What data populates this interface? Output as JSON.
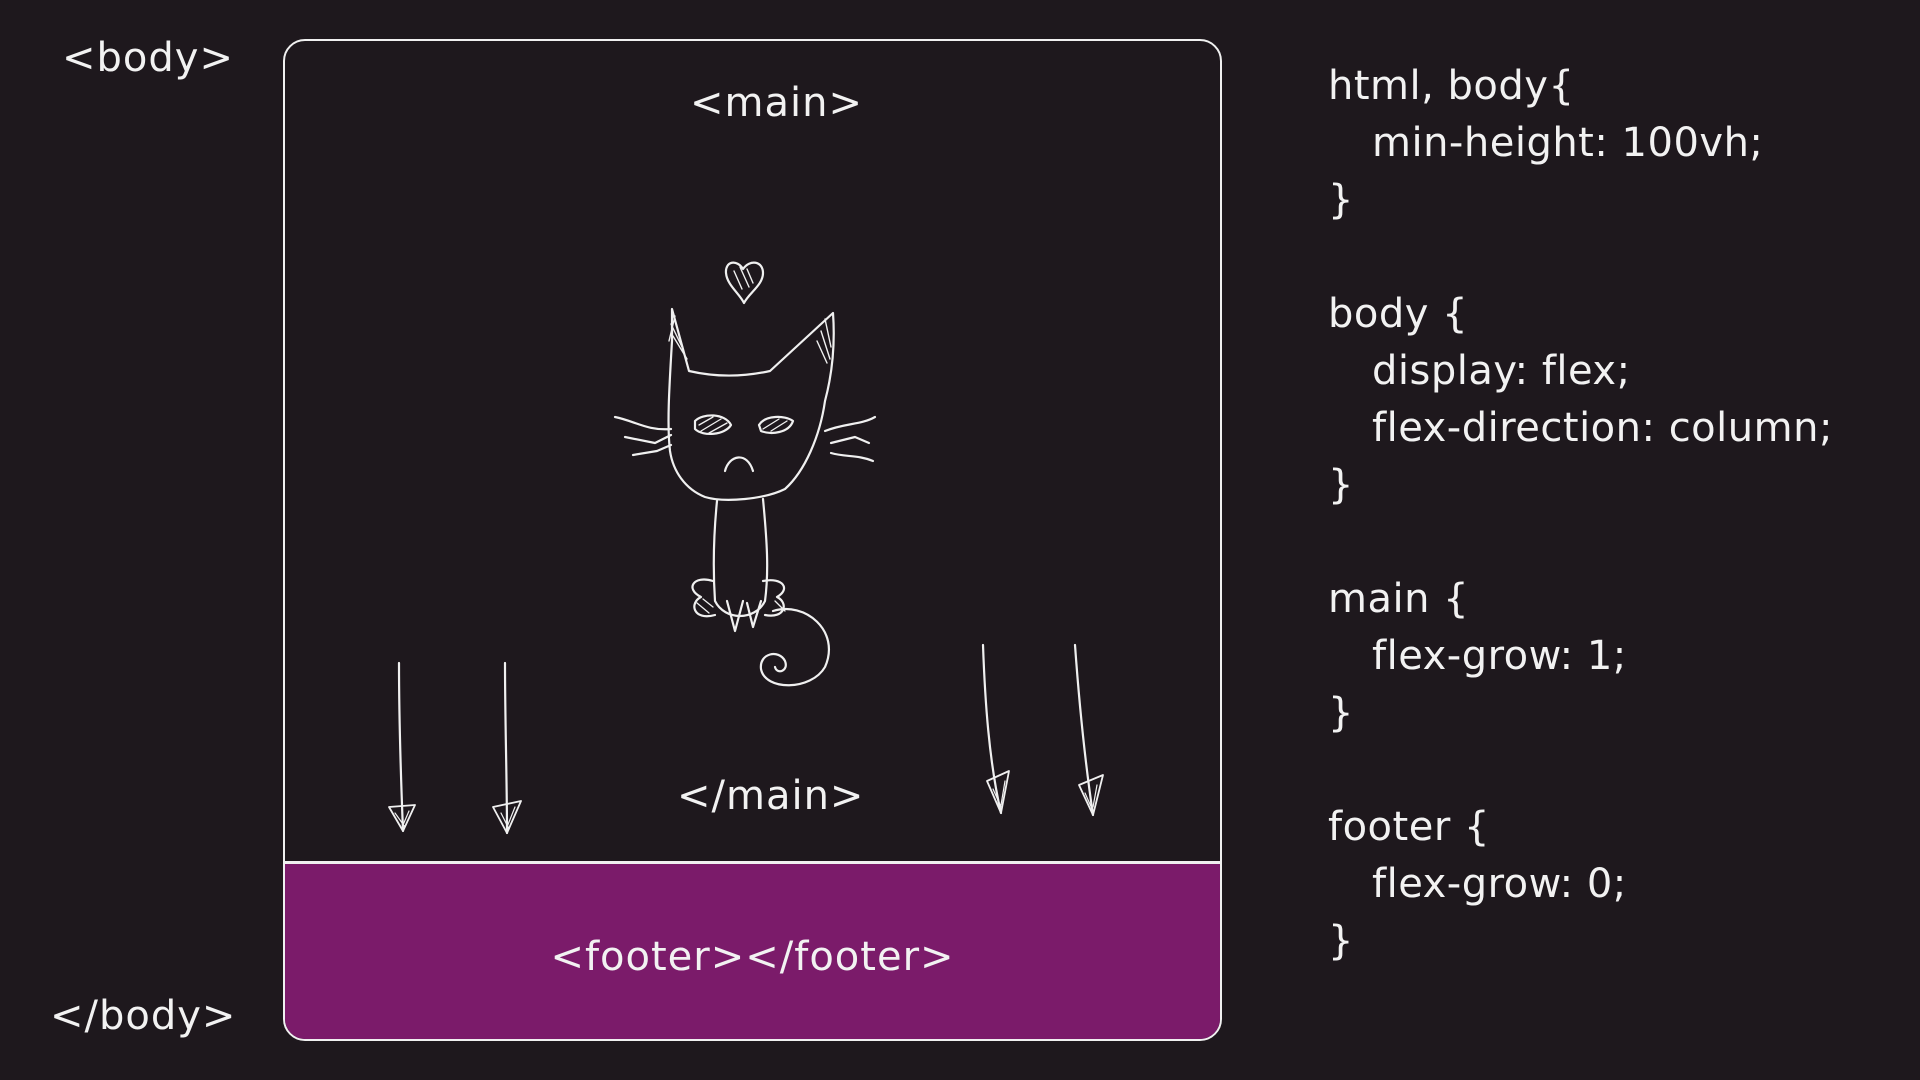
{
  "diagram": {
    "body_open": "<body>",
    "body_close": "</body>",
    "main_open": "<main>",
    "main_close": "</main>",
    "footer": "<footer></footer>",
    "colors": {
      "background": "#1e181d",
      "footer": "#7b1b6a",
      "stroke": "#f0f0f0"
    }
  },
  "code": {
    "html_body": {
      "selector": "html, body{",
      "props": [
        "min-height: 100vh;"
      ],
      "close": "}"
    },
    "body": {
      "selector": "body {",
      "props": [
        "display: flex;",
        "flex-direction: column;"
      ],
      "close": "}"
    },
    "main": {
      "selector": "main {",
      "props": [
        "flex-grow: 1;"
      ],
      "close": "}"
    },
    "footer": {
      "selector": "footer {",
      "props": [
        "flex-grow: 0;"
      ],
      "close": "}"
    }
  }
}
